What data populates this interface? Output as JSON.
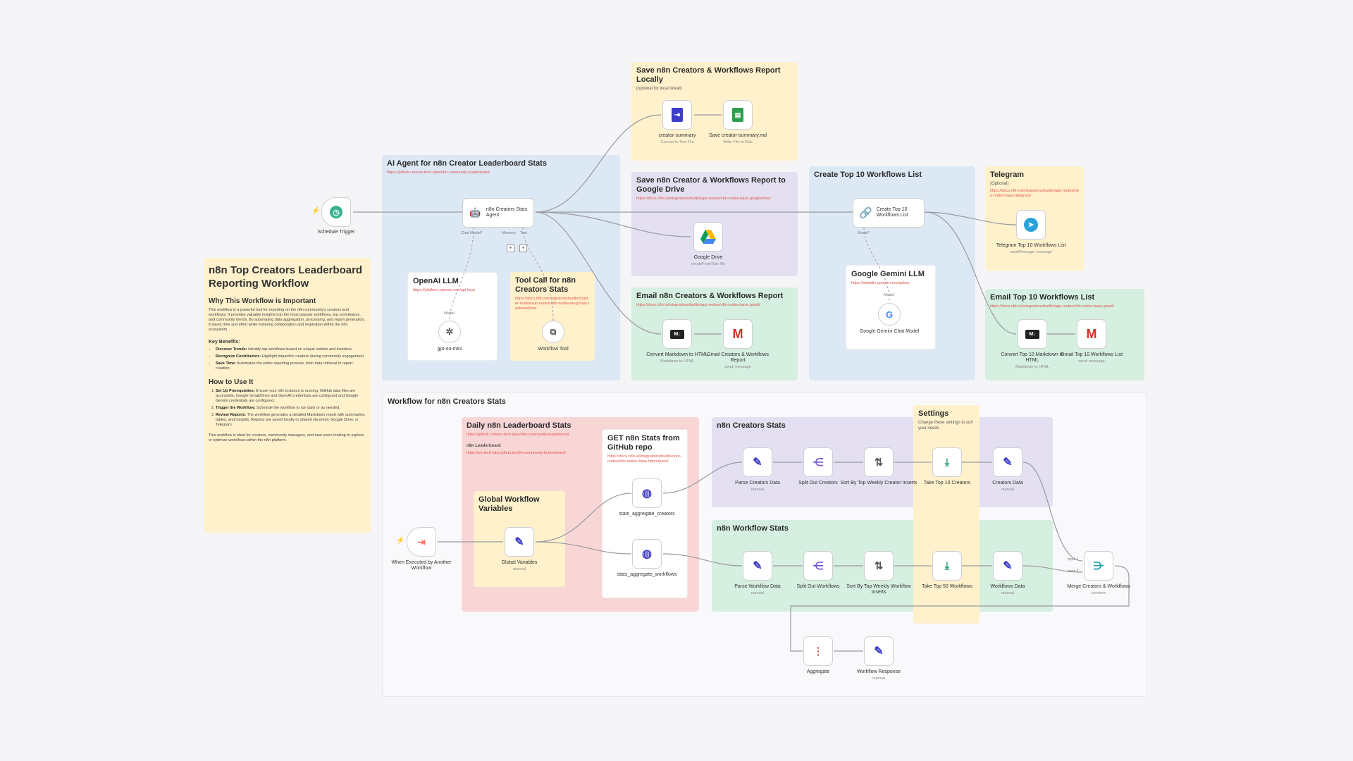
{
  "sticky_notes": {
    "save_local": {
      "title": "Save n8n Creators & Workflows Report Locally",
      "subtitle": "(optional for local install)"
    },
    "ai_agent": {
      "title": "AI Agent for n8n Creator Leaderboard Stats",
      "link": "https://github.com/oo-tech-labs/n8n-community-leaderboard"
    },
    "save_drive": {
      "title": "Save n8n Creator & Workflows Report to Google Drive",
      "link": "https://docs.n8n.io/integrations/builtin/app-nodes/n8n-nodes-base.googledrive/"
    },
    "top10": {
      "title": "Create Top 10 Workflows List"
    },
    "telegram": {
      "title": "Telegram",
      "subtitle": "(Optional)",
      "link": "https://docs.n8n.io/integrations/builtin/app-nodes/n8n-nodes-base.telegram/"
    },
    "openai": {
      "title": "OpenAI LLM",
      "link": "https://platform.openai.com/api-keys"
    },
    "toolcall": {
      "title": "Tool Call for n8n Creators Stats",
      "link": "https://docs.n8n.io/integrations/builtin/cluster-nodes/sub-nodes/n8n-nodes-langchain.toolworkflow/"
    },
    "email_report": {
      "title": "Email n8n Creators & Workflows Report",
      "link": "https://docs.n8n.io/integrations/builtin/app-nodes/n8n-nodes-base.gmail/"
    },
    "gemini": {
      "title": "Google Gemini LLM",
      "link": "https://aistudio.google.com/apikey"
    },
    "email_top10": {
      "title": "Email Top 10 Workflows List",
      "link": "https://docs.n8n.io/integrations/builtin/app-nodes/n8n-nodes-base.gmail/"
    },
    "workflow_stats": {
      "title": "Workflow for n8n Creators Stats"
    },
    "daily": {
      "title": "Daily n8n Leaderboard Stats",
      "link": "https://github.com/oo-tech-labs/n8n-community-leaderboard",
      "subtitle": "n8n Leaderboard",
      "link2": "https://oo-tech-labs.github.io/n8n-community-leaderboard/"
    },
    "get_stats": {
      "title": "GET n8n Stats from GitHub repo",
      "link": "https://docs.n8n.io/integrations/builtin/core-nodes/n8n-nodes-base.httprequest/"
    },
    "creators_stats": {
      "title": "n8n Creators Stats"
    },
    "settings": {
      "title": "Settings",
      "subtitle": "Change these settings to suit your needs"
    },
    "global_vars": {
      "title": "Global Workflow Variables"
    },
    "workflow_stats2": {
      "title": "n8n Workflow Stats"
    }
  },
  "leaderboard_doc": {
    "title": "n8n Top Creators Leaderboard Reporting Workflow",
    "why_heading": "Why This Workflow is Important",
    "why_text": "This workflow is a powerful tool for reporting on the n8n community's creators and workflows. It provides valuable insights into the most popular workflows, top contributors, and community trends. By automating data aggregation, processing, and report generation, it saves time and effort while fostering collaboration and inspiration within the n8n ecosystem.",
    "benefits_heading": "Key Benefits:",
    "benefits": [
      {
        "label": "Discover Trends:",
        "text": "Identify top workflows based on unique visitors and inserters."
      },
      {
        "label": "Recognize Contributors:",
        "text": "Highlight impactful creators driving community engagement."
      },
      {
        "label": "Save Time:",
        "text": "Automates the entire reporting process, from data retrieval to report creation."
      }
    ],
    "howto_heading": "How to Use It",
    "steps": [
      {
        "label": "Set Up Prerequisites:",
        "text": "Ensure your n8n instance is running, GitHub data files are accessible, Google Gmail/Drive and OpenAI credentials are configured and Google Gemini credentials are configured."
      },
      {
        "label": "Trigger the Workflow:",
        "text": "Schedule the workflow to run daily or as needed."
      },
      {
        "label": "Review Reports:",
        "text": "The workflow generates a detailed Markdown report with summaries, tables, and insights. Reports are saved locally or shared via email, Google Drive, or Telegram."
      }
    ],
    "footer": "This workflow is ideal for creators, community managers, and new users looking to explore or optimize workflows within the n8n platform."
  },
  "nodes": {
    "schedule": {
      "label": "Schedule Trigger",
      "icon": "clock-icon"
    },
    "agent": {
      "label": "n8n Creators Stats Agent",
      "icon": "robot-icon",
      "port_chat": "Chat Model*",
      "port_memory": "Memory",
      "port_tool": "Tool"
    },
    "creator_summary": {
      "label": "creator-summary",
      "sub": "Convert to Text File",
      "icon": "file-icon"
    },
    "save_md": {
      "label": "Save creator-summary.md",
      "sub": "Write File to Disk",
      "icon": "sheet-icon"
    },
    "gdrive": {
      "label": "Google Drive",
      "sub": "createFromText: file",
      "icon": "google-drive-icon"
    },
    "top10_list": {
      "label": "Create Top 10 Workflows List",
      "icon": "link-icon",
      "port_model": "Model*"
    },
    "telegram": {
      "label": "Telegram Top 10 Workflows List",
      "sub": "sendMessage: message",
      "icon": "telegram-icon"
    },
    "gpt": {
      "label": "gpt-4o-mini",
      "icon": "openai-icon",
      "port": "Model"
    },
    "wftool": {
      "label": "Workflow Tool",
      "icon": "tool-icon"
    },
    "md_html": {
      "label": "Convert Markdown to HTML",
      "sub": "Markdown to HTML",
      "icon": "markdown-icon"
    },
    "gmail_report": {
      "label": "Gmail Creators & Workflows Report",
      "sub": "send: message",
      "icon": "gmail-icon"
    },
    "gemini": {
      "label": "Google Gemini Chat Model",
      "icon": "google-icon",
      "port": "Model"
    },
    "md_html2": {
      "label": "Convert Top 10 Markdown to HTML",
      "sub": "Markdown to HTML",
      "icon": "markdown-icon"
    },
    "gmail_top10": {
      "label": "Gmail Top 10 Workflows List",
      "sub": "send: message",
      "icon": "gmail-icon"
    },
    "exec": {
      "label": "When Executed by Another Workflow",
      "icon": "exec-trigger-icon"
    },
    "globalvars": {
      "label": "Global Variables",
      "sub": "manual",
      "icon": "pencil-icon"
    },
    "agg_creators": {
      "label": "stats_aggregate_creators",
      "icon": "globe-icon"
    },
    "agg_workflows": {
      "label": "stats_aggregate_workflows",
      "icon": "globe-icon"
    },
    "parse_creators": {
      "label": "Parse Creators Data",
      "sub": "manual",
      "icon": "pencil-icon"
    },
    "split_creators": {
      "label": "Split Out Creators",
      "icon": "split-icon"
    },
    "sort_creators": {
      "label": "Sort By Top Weekly Creator Inserts",
      "icon": "sort-icon"
    },
    "take_creators": {
      "label": "Take Top 10 Creators",
      "icon": "limit-icon"
    },
    "creators_data": {
      "label": "Creators Data",
      "sub": "manual",
      "icon": "pencil-icon"
    },
    "parse_workflows": {
      "label": "Parse Workflow Data",
      "sub": "manual",
      "icon": "pencil-icon"
    },
    "split_workflows": {
      "label": "Split Out Workflows",
      "icon": "split-icon"
    },
    "sort_workflows": {
      "label": "Sort By Top Weekly Workflow Inserts",
      "icon": "sort-icon"
    },
    "take_workflows": {
      "label": "Take Top 50 Workflows",
      "icon": "limit-icon"
    },
    "workflows_data": {
      "label": "Workflows Data",
      "sub": "manual",
      "icon": "pencil-icon"
    },
    "merge": {
      "label": "Merge Creators & Workflows",
      "sub": "combine",
      "icon": "merge-icon",
      "port_in1": "Input 1",
      "port_in2": "Input 2"
    },
    "aggregate": {
      "label": "Aggregate",
      "icon": "aggregate-icon"
    },
    "wf_response": {
      "label": "Workflow Response",
      "sub": "manual",
      "icon": "pencil-icon"
    }
  },
  "colors": {
    "note_yellow": "#fff1cc",
    "note_blue": "#dde8f5",
    "note_purple": "#e4e0f1",
    "note_green": "#d5efe0",
    "note_red": "#f8d6d6",
    "trigger_accent": "#ff6d5a",
    "link_red": "#e0544f",
    "icon_blue": "#3d3dc8"
  }
}
